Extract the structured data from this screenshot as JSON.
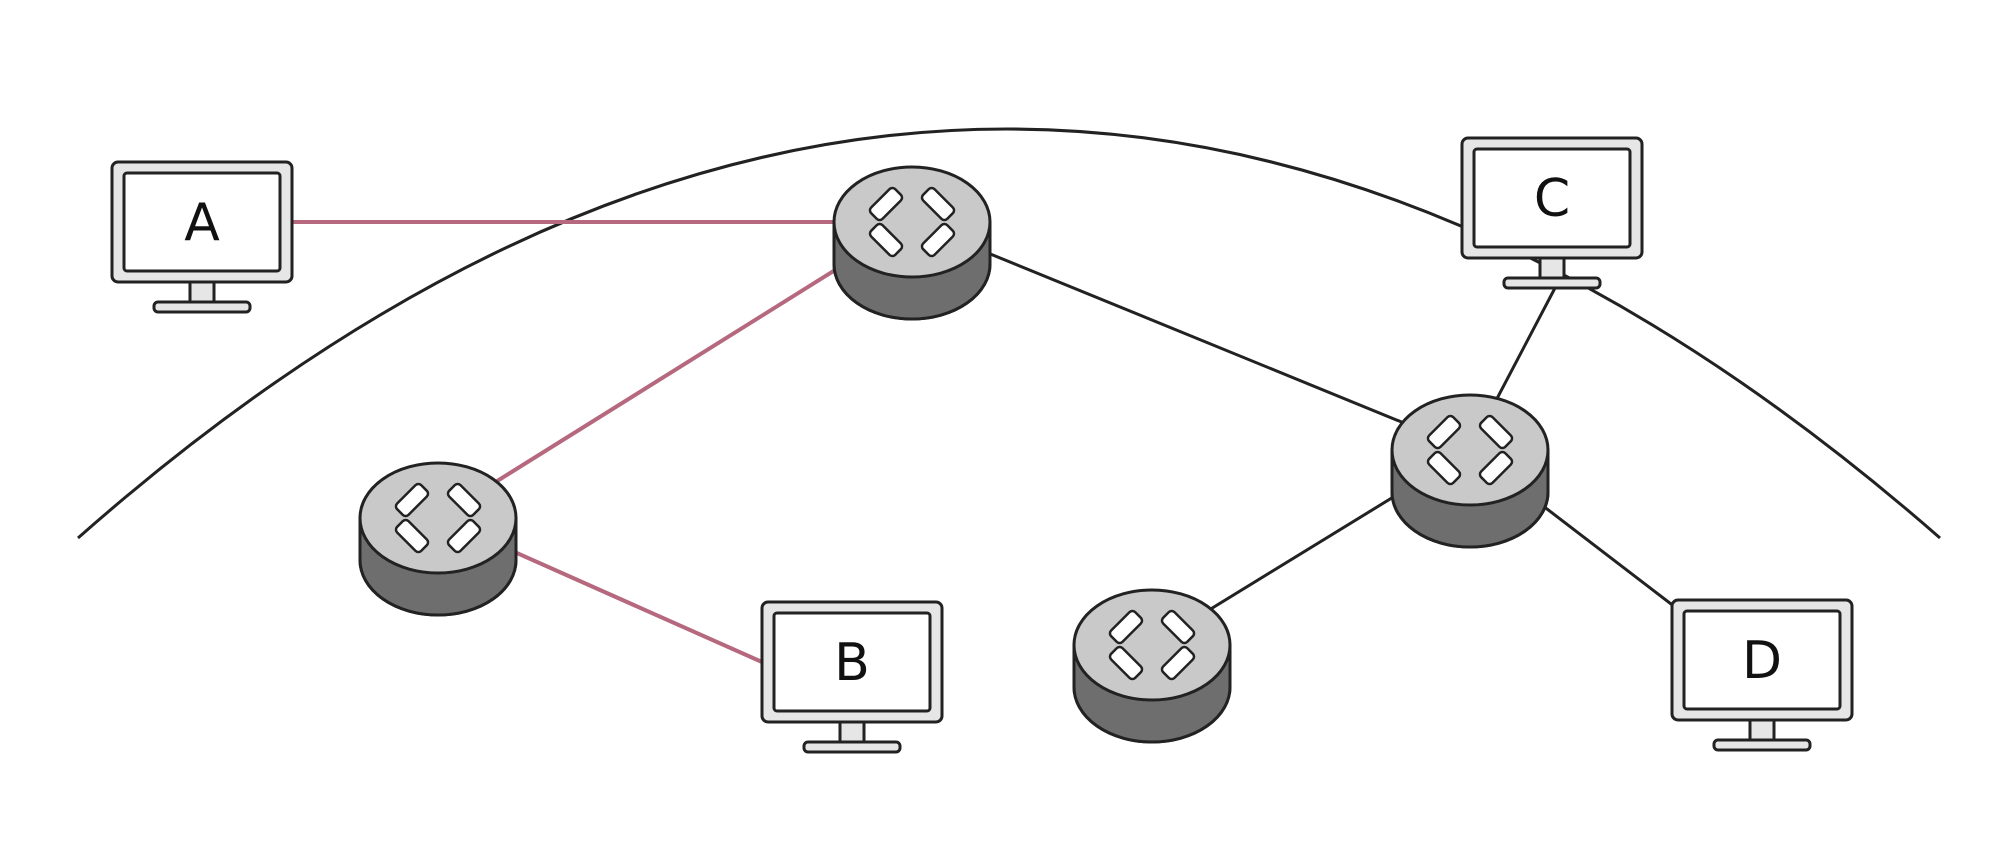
{
  "colors": {
    "highlight_link": "#b5687e",
    "plain_link": "#222222",
    "router_top": "#c9c9c9",
    "router_side": "#6e6e6e",
    "screen": "#ffffff",
    "monitor_frame": "#e6e6e6"
  },
  "nodes": {
    "computers": [
      {
        "id": "A",
        "label": "A"
      },
      {
        "id": "B",
        "label": "B"
      },
      {
        "id": "C",
        "label": "C"
      },
      {
        "id": "D",
        "label": "D"
      }
    ],
    "routers": [
      {
        "id": "R1",
        "icon": "router-icon"
      },
      {
        "id": "R2",
        "icon": "router-icon"
      },
      {
        "id": "R3",
        "icon": "router-icon"
      },
      {
        "id": "R4",
        "icon": "router-icon"
      }
    ]
  },
  "links": [
    {
      "from": "A",
      "to": "R1",
      "highlighted": true
    },
    {
      "from": "R1",
      "to": "R2",
      "highlighted": true
    },
    {
      "from": "R2",
      "to": "B",
      "highlighted": true
    },
    {
      "from": "R1",
      "to": "R3",
      "highlighted": false
    },
    {
      "from": "R3",
      "to": "C",
      "highlighted": false
    },
    {
      "from": "R3",
      "to": "R4",
      "highlighted": false
    },
    {
      "from": "R3",
      "to": "D",
      "highlighted": false
    }
  ]
}
